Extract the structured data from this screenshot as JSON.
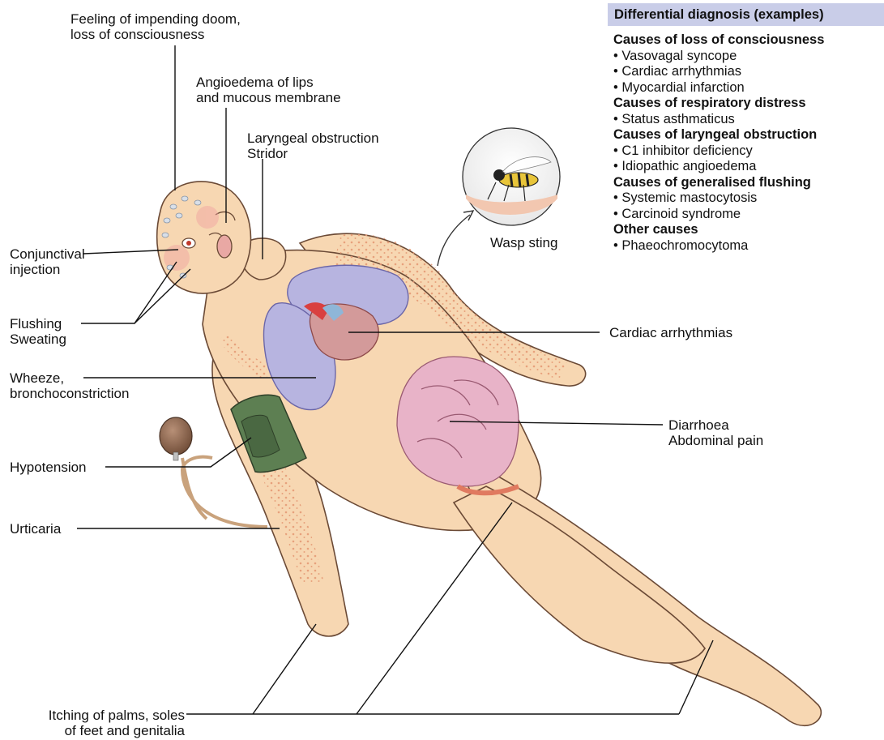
{
  "labels": {
    "doom": [
      "Feeling of impending doom,",
      "loss of consciousness"
    ],
    "angioedema": [
      "Angioedema of lips",
      "and mucous membrane"
    ],
    "laryngeal": [
      "Laryngeal obstruction",
      "Stridor"
    ],
    "conjunctival": [
      "Conjunctival",
      "injection"
    ],
    "flushing": [
      "Flushing",
      "Sweating"
    ],
    "wheeze": [
      "Wheeze,",
      "bronchoconstriction"
    ],
    "hypotension": [
      "Hypotension"
    ],
    "urticaria": [
      "Urticaria"
    ],
    "itching": [
      "Itching of palms, soles",
      "of feet and genitalia"
    ],
    "cardiac": [
      "Cardiac arrhythmias"
    ],
    "diarrhoea": [
      "Diarrhoea",
      "Abdominal pain"
    ],
    "wasp": [
      "Wasp sting"
    ]
  },
  "differential": {
    "title": "Differential diagnosis (examples)",
    "groups": [
      {
        "title": "Causes of loss of consciousness",
        "items": [
          "Vasovagal syncope",
          "Cardiac arrhythmias",
          "Myocardial infarction"
        ]
      },
      {
        "title": "Causes of respiratory distress",
        "items": [
          "Status asthmaticus"
        ]
      },
      {
        "title": "Causes of laryngeal obstruction",
        "items": [
          "C1 inhibitor deficiency",
          "Idiopathic angioedema"
        ]
      },
      {
        "title": "Causes of generalised flushing",
        "items": [
          "Systemic mastocytosis",
          "Carcinoid syndrome"
        ]
      },
      {
        "title": "Other causes",
        "items": [
          "Phaeochromocytoma"
        ]
      }
    ]
  },
  "colors": {
    "skin": "#f7d7b2",
    "skin_outline": "#6b4a36",
    "rash": "#e9a27a",
    "lung": "#b7b4e0",
    "intestine": "#e8b3c8",
    "cuff": "#5d7f52",
    "header_bg": "#c9cde8"
  }
}
